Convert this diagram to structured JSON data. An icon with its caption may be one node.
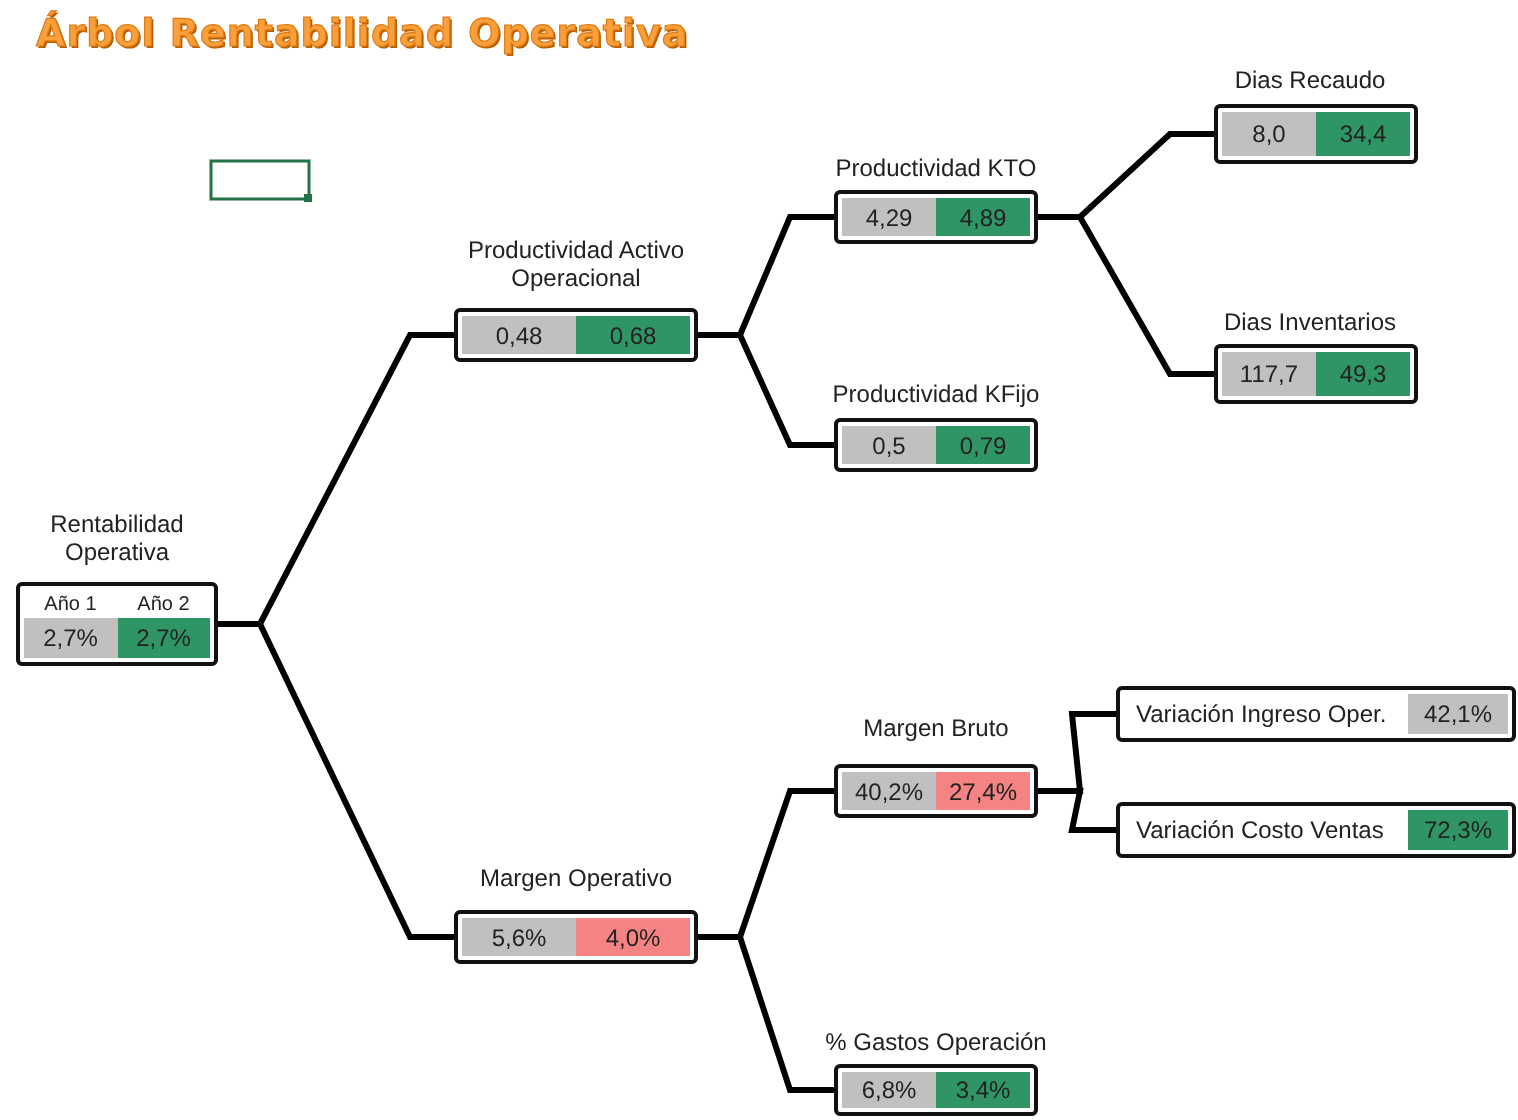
{
  "diagram": {
    "title": "Árbol Rentabilidad Operativa",
    "nodes": [
      {
        "text": [
          "Rentabilidad Operativa",
          "Año 1",
          "Año 2",
          "2,7%",
          "2,7%"
        ]
      },
      {
        "text": [
          "Productividad Activo Operacional",
          "0,48",
          "0,68"
        ]
      },
      {
        "text": [
          "Margen Operativo",
          "5,6%",
          "4,0%"
        ]
      },
      {
        "text": [
          "Productividad KTO",
          "4,29",
          "4,89"
        ]
      },
      {
        "text": [
          "Productividad KFijo",
          "0,5",
          "0,79"
        ]
      },
      {
        "text": [
          "Margen Bruto",
          "40,2%",
          "27,4%"
        ]
      },
      {
        "text": [
          "% Gastos Operación",
          "6,8%",
          "3,4%"
        ]
      },
      {
        "text": [
          "Dias Recaudo",
          "8,0",
          "34,4"
        ]
      },
      {
        "text": [
          "Dias Inventarios",
          "117,7",
          "49,3"
        ]
      },
      {
        "text": [
          "Variación Ingreso Oper.",
          "42,1%"
        ]
      },
      {
        "text": [
          "Variación Costo Ventas",
          "72,3%"
        ]
      }
    ],
    "edges": [
      {
        "from": 0,
        "to": 1,
        "arrow": "none"
      },
      {
        "from": 0,
        "to": 2,
        "arrow": "none"
      },
      {
        "from": 1,
        "to": 3,
        "arrow": "none"
      },
      {
        "from": 1,
        "to": 4,
        "arrow": "none"
      },
      {
        "from": 3,
        "to": 7,
        "arrow": "none"
      },
      {
        "from": 3,
        "to": 8,
        "arrow": "none"
      },
      {
        "from": 2,
        "to": 5,
        "arrow": "none"
      },
      {
        "from": 2,
        "to": 6,
        "arrow": "none"
      },
      {
        "from": 5,
        "to": 9,
        "arrow": "none"
      },
      {
        "from": 5,
        "to": 10,
        "arrow": "none"
      }
    ]
  }
}
